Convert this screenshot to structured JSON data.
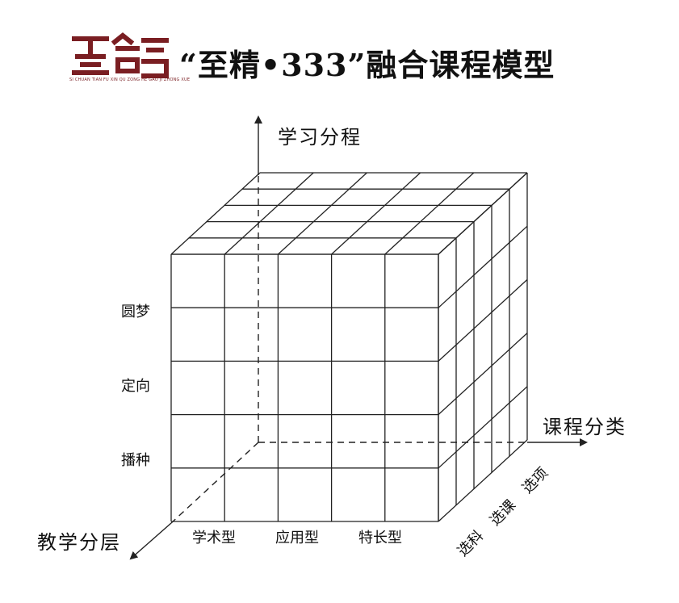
{
  "header": {
    "title": "“至精•333”融合课程模型",
    "logo_subtitle": "SI CHUAN TIAN FU XIN QU ZONG HE GAO JI ZHONG XUE"
  },
  "axes": {
    "vertical": "学习分程",
    "horizontal": "课程分类",
    "depth": "教学分层"
  },
  "rows": [
    "圆梦",
    "定向",
    "播种"
  ],
  "columns": [
    "学术型",
    "应用型",
    "特长型"
  ],
  "depth_items": [
    "选科",
    "选课",
    "选项"
  ],
  "colors": {
    "logo": "#7a1e22",
    "line": "#222222"
  }
}
